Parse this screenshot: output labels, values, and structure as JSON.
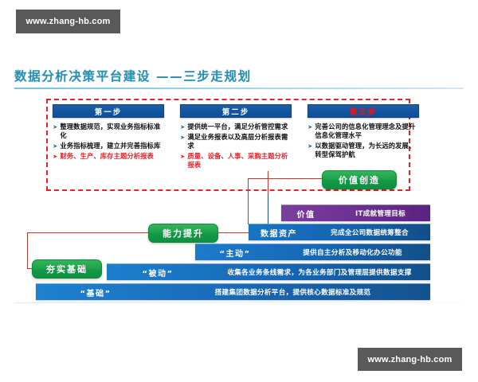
{
  "watermark": {
    "top": "www.zhang-hb.com",
    "bottom": "www.zhang-hb.com"
  },
  "title": "数据分析决策平台建设 ——三步走规划",
  "steps": [
    {
      "header": "第一步",
      "bullets": [
        {
          "text": "整理数据规范，实现业务指标标准化",
          "highlight": false
        },
        {
          "text": "业务指标梳理，建立并完善指标库",
          "highlight": false
        },
        {
          "text": "财务、生产、库存主题分析报表",
          "highlight": true
        }
      ]
    },
    {
      "header": "第二步",
      "bullets": [
        {
          "text": "提供统一平台，满足分析管控需求",
          "highlight": false
        },
        {
          "text": "满足业务报表以及高层分析报表需求",
          "highlight": false
        },
        {
          "text": "质量、设备、人事、采购主题分析报表",
          "highlight": true
        }
      ]
    },
    {
      "header": "第三步",
      "bullets": [
        {
          "text": "完善公司的信息化管理理念及提升信息化管理水平",
          "highlight": false
        },
        {
          "text": "以数据驱动管理，为长远的发展、转型保驾护航",
          "highlight": false
        }
      ]
    }
  ],
  "pills": {
    "value_creation": "价值创造",
    "ability_upgrade": "能力提升",
    "solid_foundation": "夯实基础"
  },
  "bars": [
    {
      "key": "价值",
      "value": "IT成就管理目标"
    },
    {
      "key": "数据资产",
      "value": "完成全公司数据统筹整合"
    },
    {
      "key": "“主动”",
      "value": "提供自主分析及移动化办公功能"
    },
    {
      "key": "“被动”",
      "value": "收集各业务条线需求，为各业务部门及管理层提供数据支撑"
    },
    {
      "key": "“基础”",
      "value": "搭建集团数据分析平台，提供核心数据标准及规范"
    }
  ],
  "colors": {
    "title": "#2b8fb0",
    "dashed_border": "#e8222a",
    "step_header": "#13559f",
    "highlight_text": "#e8222a",
    "green_pill": "#17a04a",
    "purple_bar": "#6b2f90",
    "blue_bar": "#1668b6",
    "watermark_bg": "#595959"
  },
  "bullet_marker": "➤"
}
